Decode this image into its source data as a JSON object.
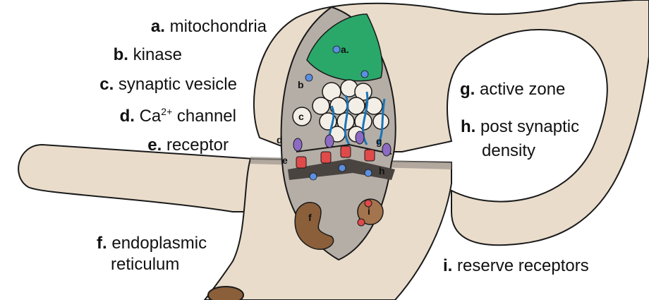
{
  "labels": {
    "a": {
      "letter": "a.",
      "text": " mitochondria"
    },
    "b": {
      "letter": "b.",
      "text": " kinase"
    },
    "c": {
      "letter": "c.",
      "text": " synaptic vesicle"
    },
    "d": {
      "letter": "d.",
      "text": " Ca",
      "sup": "2+",
      "tail": " channel"
    },
    "e": {
      "letter": "e.",
      "text": " receptor"
    },
    "f": {
      "letter": "f.",
      "text": " endoplasmic",
      "line2": "reticulum"
    },
    "g": {
      "letter": "g.",
      "text": " active zone"
    },
    "h": {
      "letter": "h.",
      "text": " post synaptic",
      "line2": "density"
    },
    "i": {
      "letter": "i.",
      "text": " reserve receptors"
    }
  },
  "markers": {
    "a": "a.",
    "b": "b",
    "c": "c",
    "d": "d",
    "e": "e",
    "f": "f",
    "g": "g",
    "h": "h",
    "i": "i"
  },
  "colors": {
    "membrane": "#e9dccb",
    "outline": "#1a1a1a",
    "cytoplasm": "#b5aea6",
    "mitochondria": "#2aa86a",
    "vesicle": "#f4efe6",
    "filament": "#1a74b8",
    "receptor": "#e04a4a",
    "channel": "#8d6bc4",
    "kinase": "#5b8fe0",
    "psd": "#4a4440",
    "er": "#8a5f3a"
  }
}
